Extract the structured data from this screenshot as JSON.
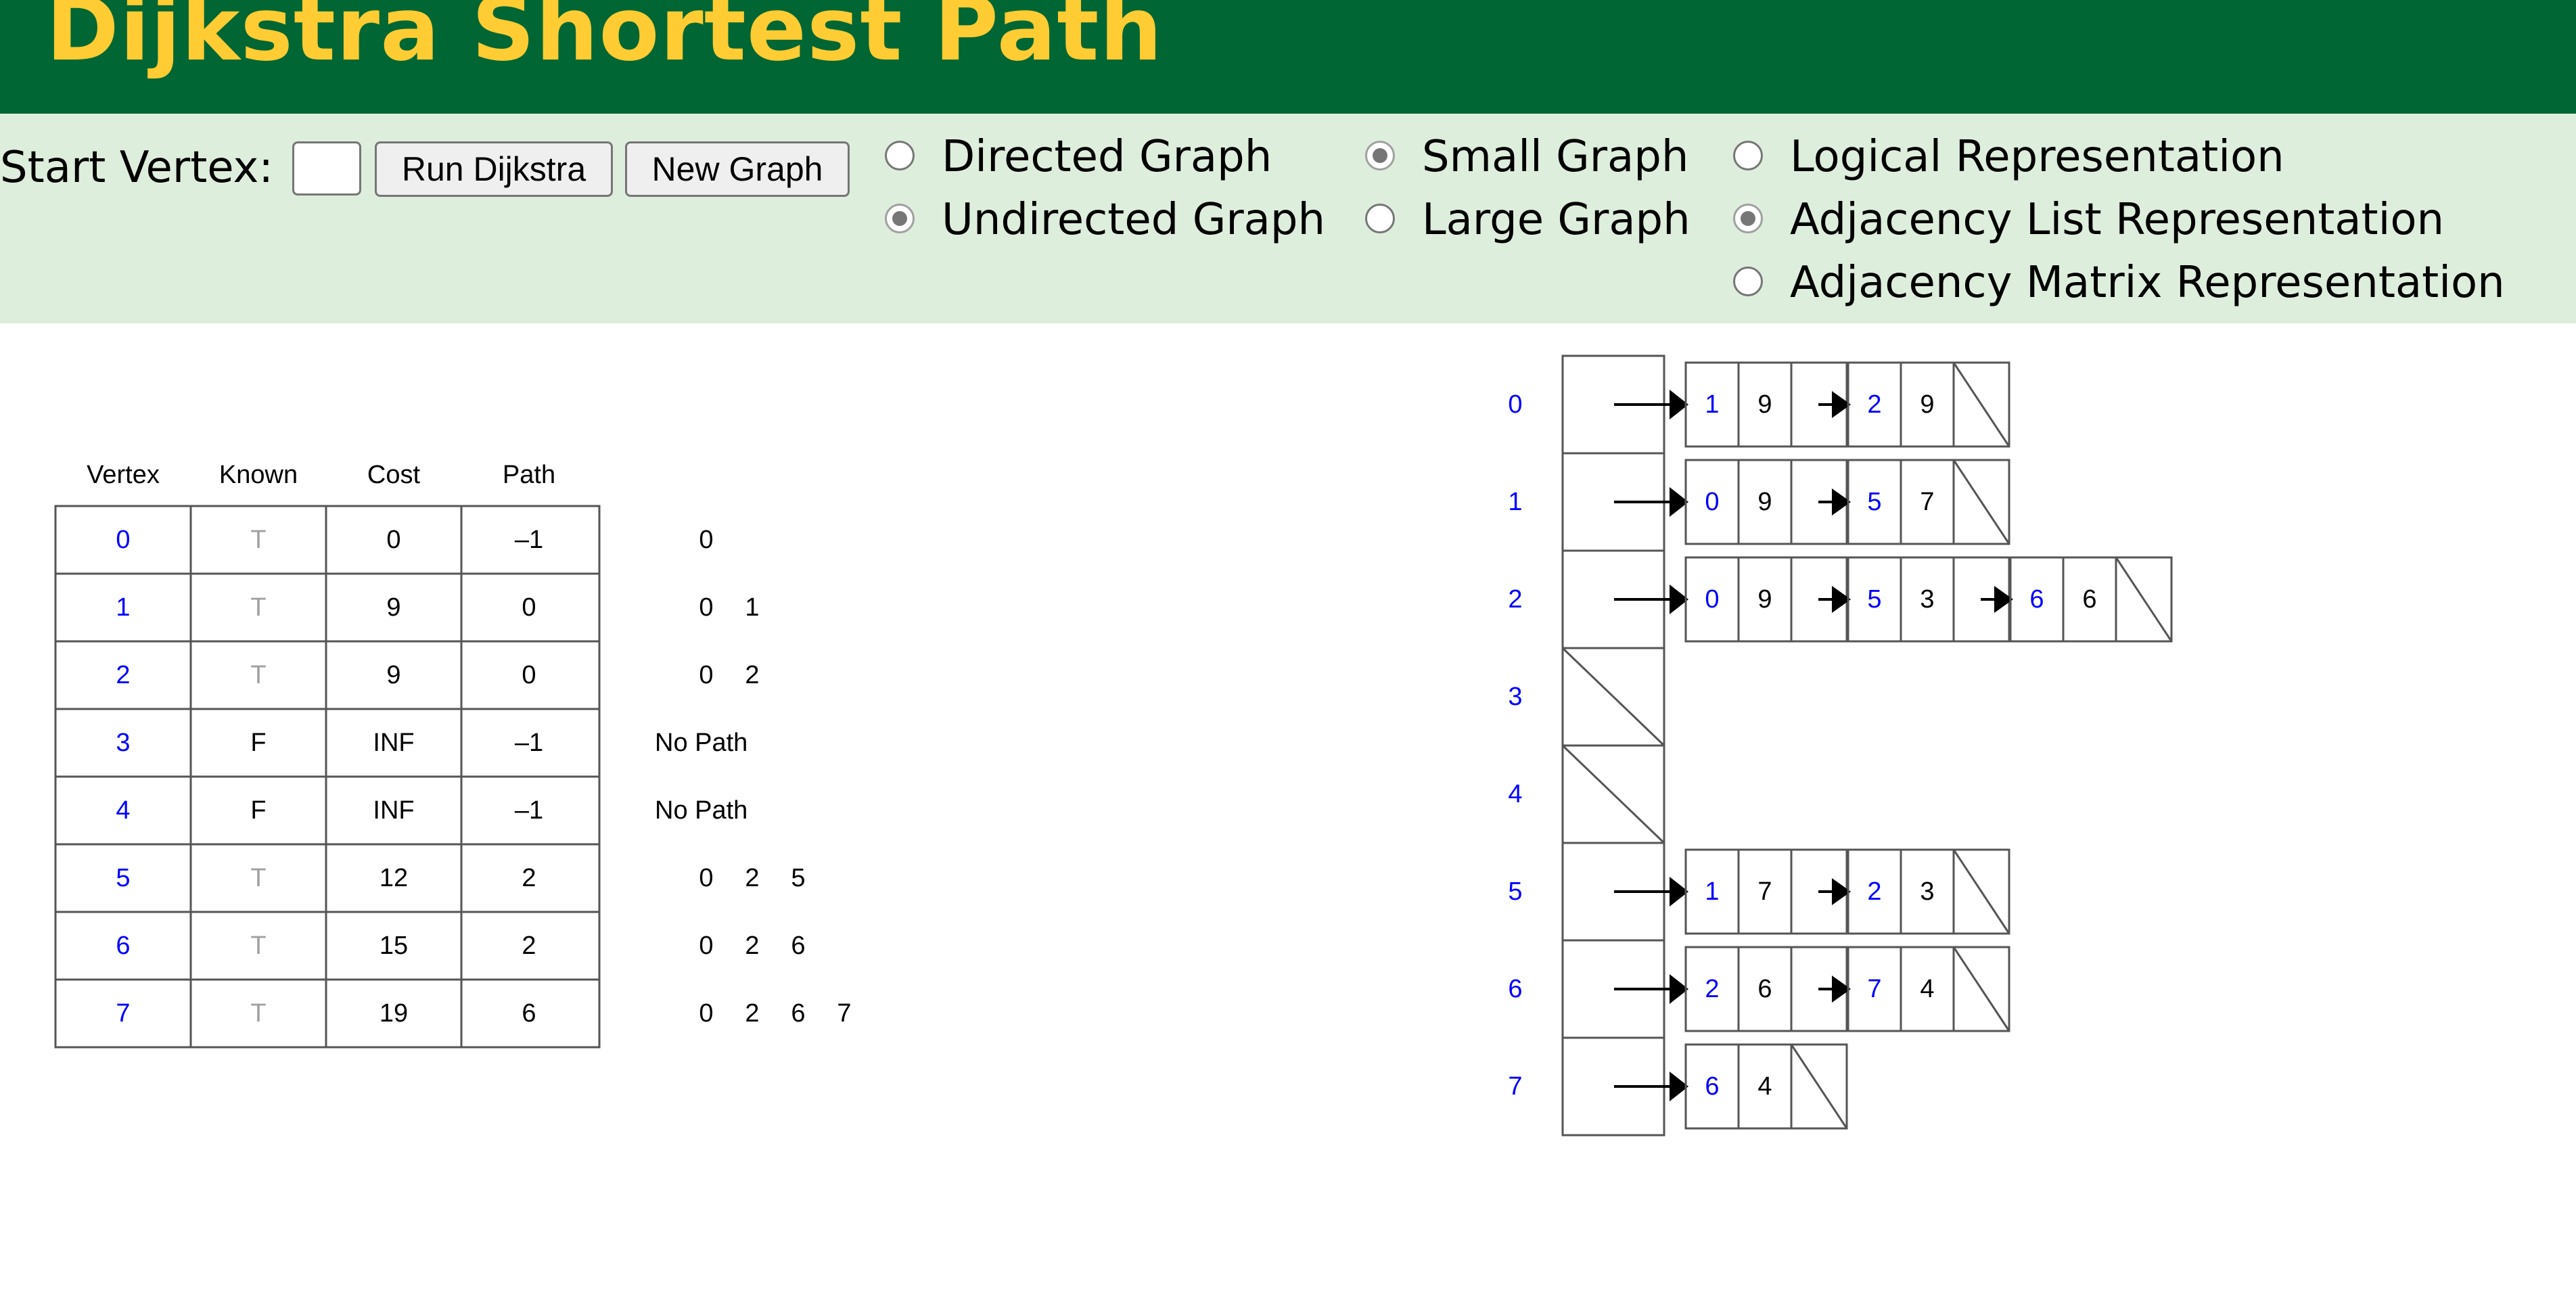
{
  "title": "Dijkstra Shortest Path",
  "controls": {
    "start_vertex_label": "Start Vertex:",
    "start_vertex_value": "",
    "run_button": "Run Dijkstra",
    "new_graph_button": "New Graph",
    "radio_groups": [
      {
        "options": [
          {
            "label": "Directed Graph",
            "checked": false
          },
          {
            "label": "Undirected Graph",
            "checked": true
          }
        ]
      },
      {
        "options": [
          {
            "label": "Small Graph",
            "checked": true
          },
          {
            "label": "Large Graph",
            "checked": false
          }
        ]
      },
      {
        "options": [
          {
            "label": "Logical Representation",
            "checked": false
          },
          {
            "label": "Adjacency List Representation",
            "checked": true
          },
          {
            "label": "Adjacency Matrix Representation",
            "checked": false
          }
        ]
      }
    ]
  },
  "table": {
    "headers": [
      "Vertex",
      "Known",
      "Cost",
      "Path"
    ],
    "rows": [
      {
        "vertex": "0",
        "known": "T",
        "cost": "0",
        "path": "–1",
        "route": [
          "0"
        ]
      },
      {
        "vertex": "1",
        "known": "T",
        "cost": "9",
        "path": "0",
        "route": [
          "0",
          "1"
        ]
      },
      {
        "vertex": "2",
        "known": "T",
        "cost": "9",
        "path": "0",
        "route": [
          "0",
          "2"
        ]
      },
      {
        "vertex": "3",
        "known": "F",
        "cost": "INF",
        "path": "–1",
        "route": [
          "No Path"
        ]
      },
      {
        "vertex": "4",
        "known": "F",
        "cost": "INF",
        "path": "–1",
        "route": [
          "No Path"
        ]
      },
      {
        "vertex": "5",
        "known": "T",
        "cost": "12",
        "path": "2",
        "route": [
          "0",
          "2",
          "5"
        ]
      },
      {
        "vertex": "6",
        "known": "T",
        "cost": "15",
        "path": "2",
        "route": [
          "0",
          "2",
          "6"
        ]
      },
      {
        "vertex": "7",
        "known": "T",
        "cost": "19",
        "path": "6",
        "route": [
          "0",
          "2",
          "6",
          "7"
        ]
      }
    ]
  },
  "adjacency_list": [
    {
      "vertex": "0",
      "edges": [
        {
          "to": "1",
          "weight": "9"
        },
        {
          "to": "2",
          "weight": "9"
        }
      ]
    },
    {
      "vertex": "1",
      "edges": [
        {
          "to": "0",
          "weight": "9"
        },
        {
          "to": "5",
          "weight": "7"
        }
      ]
    },
    {
      "vertex": "2",
      "edges": [
        {
          "to": "0",
          "weight": "9"
        },
        {
          "to": "5",
          "weight": "3"
        },
        {
          "to": "6",
          "weight": "6"
        }
      ]
    },
    {
      "vertex": "3",
      "edges": []
    },
    {
      "vertex": "4",
      "edges": []
    },
    {
      "vertex": "5",
      "edges": [
        {
          "to": "1",
          "weight": "7"
        },
        {
          "to": "2",
          "weight": "3"
        }
      ]
    },
    {
      "vertex": "6",
      "edges": [
        {
          "to": "2",
          "weight": "6"
        },
        {
          "to": "7",
          "weight": "4"
        }
      ]
    },
    {
      "vertex": "7",
      "edges": [
        {
          "to": "6",
          "weight": "4"
        }
      ]
    }
  ],
  "colors": {
    "header_bg": "#006633",
    "title": "#ffcc33",
    "controls_bg": "#deeedc",
    "vertex_label": "#0000ff",
    "known_true": "#a0a0a0",
    "known_false": "#000000",
    "grid_line": "#555555"
  }
}
